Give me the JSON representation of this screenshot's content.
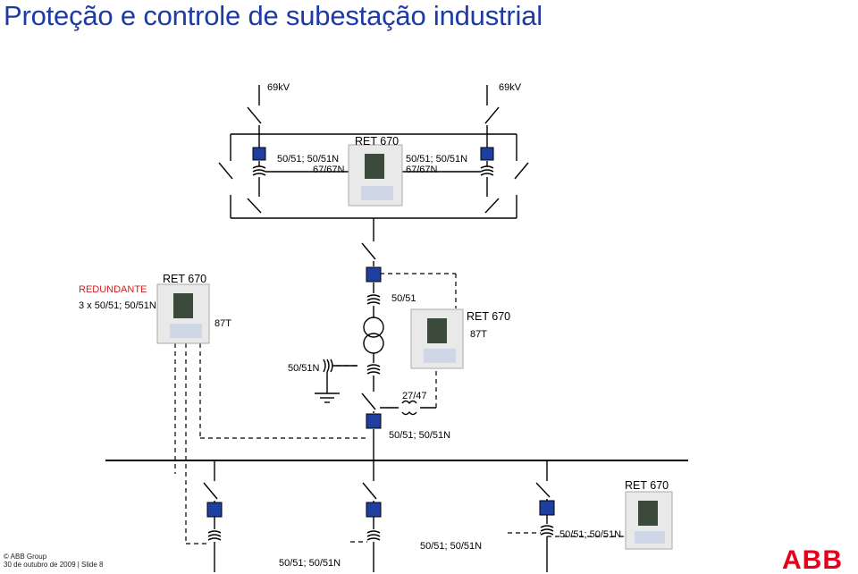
{
  "title": "Proteção e controle de subestação industrial",
  "colors": {
    "title": "#1d3aa6",
    "redundant": "#d61e1e",
    "ct_block": "#1f3fa0",
    "abb_logo": "#e2001a"
  },
  "labels": {
    "incoming_left": "69kV",
    "incoming_right": "69kV",
    "ret_top": "RET 670",
    "top_left_functions_1": "50/51; 50/51N",
    "top_left_functions_2": "67/67N",
    "top_right_functions_1": "50/51; 50/51N",
    "top_right_functions_2": "67/67N",
    "redundant": "REDUNDANTE",
    "redundant_functions": "3 x 50/51; 50/51N",
    "ret_left": "RET 670",
    "left_87t": "87T",
    "hv_50_51": "50/51",
    "ret_right": "RET 670",
    "right_87t": "87T",
    "neutral_50_51n": "50/51N",
    "f27_47": "27/47",
    "lv_main": "50/51; 50/51N",
    "ret_bottom": "RET 670",
    "feeder_1": "50/51; 50/51N",
    "feeder_2": "50/51; 50/51N",
    "feeder_3": "50/51; 50/51N"
  },
  "footer": {
    "copyright": "© ABB Group",
    "date_slide": "30 de outubro de 2009 | Slide 8"
  },
  "logo_text": "ABB"
}
